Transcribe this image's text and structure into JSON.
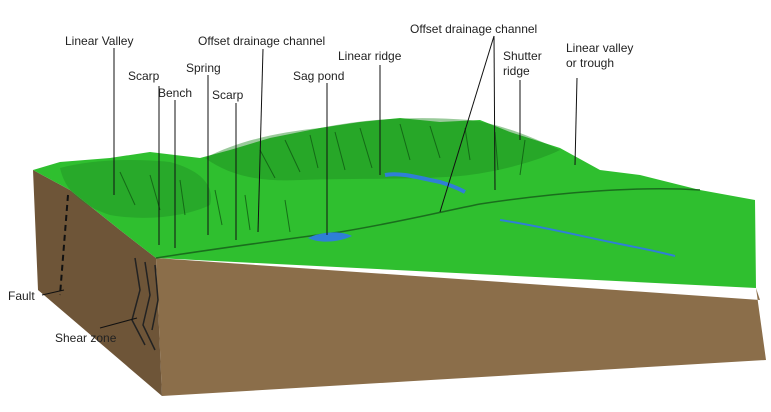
{
  "colors": {
    "terrain_green": "#2fbf2f",
    "terrain_dark": "#1f8a22",
    "soil_brown": "#8b6e4a",
    "soil_dark": "#6e5538",
    "water_blue": "#2f7fd6",
    "label_text": "#222222"
  },
  "labels": {
    "linear_valley": "Linear Valley",
    "offset_drainage_channel_1": "Offset drainage channel",
    "offset_drainage_channel_2": "Offset drainage channel",
    "scarp_1": "Scarp",
    "spring": "Spring",
    "bench": "Bench",
    "scarp_2": "Scarp",
    "sag_pond": "Sag pond",
    "linear_ridge": "Linear ridge",
    "shutter_ridge_line1": "Shutter",
    "shutter_ridge_line2": "ridge",
    "linear_valley_trough_line1": "Linear valley",
    "linear_valley_trough_line2": "or trough",
    "fault": "Fault",
    "shear_zone": "Shear zone"
  }
}
